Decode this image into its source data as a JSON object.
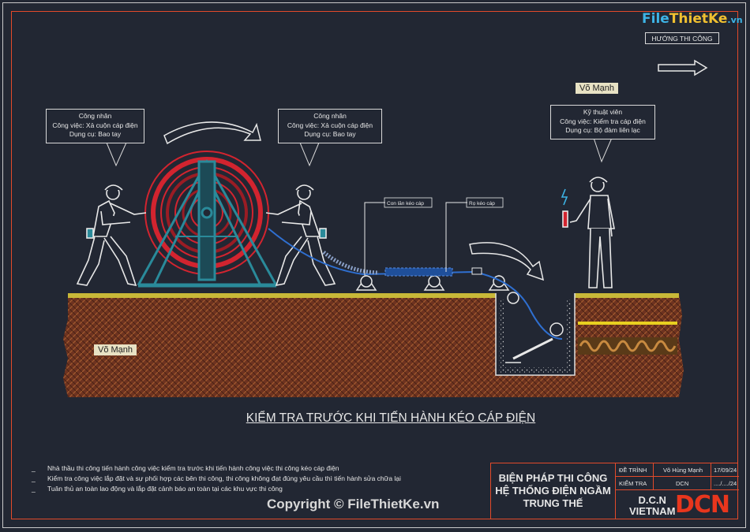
{
  "logo": {
    "text_main": "File",
    "text_rest": "ThietKe",
    "text_domain": ".vn"
  },
  "direction_label": "HƯỚNG THI CÔNG",
  "callouts": [
    {
      "line1": "Công nhân",
      "line2": "Công việc: Xả cuộn cáp điện",
      "line3": "Dụng cụ: Bao tay"
    },
    {
      "line1": "Công nhân",
      "line2": "Công việc: Xả cuộn cáp điện",
      "line3": "Dụng cụ: Bao tay"
    },
    {
      "line1": "Kỹ thuật viên",
      "line2": "Công việc: Kiểm tra cáp điện",
      "line3": "Dụng cụ: Bộ đàm liên lạc"
    }
  ],
  "name_tags": [
    "Võ Mạnh",
    "Võ Mạnh"
  ],
  "labels": {
    "roller": "Con lăn kéo cáp",
    "sock": "Rọ kéo cáp"
  },
  "main_title": "KIỂM TRA TRƯỚC KHI TIẾN HÀNH KÉO CÁP ĐIỆN",
  "notes": [
    "Nhà thầu thi công tiến hành công việc kiểm tra trước khi tiến hành công việc thi công kéo cáp điện",
    "Kiểm tra công việc lắp đặt và sự phối hợp các bên thi công, thi công không đạt đúng yêu cầu thì tiến hành sửa chữa lại",
    "Tuân thủ an toàn lao động và lắp đặt cảnh báo an toàn tại các khu vực thi công"
  ],
  "note_bullet": "_",
  "copyright": "Copyright © FileThietKe.vn",
  "title_block": {
    "main1": "BIỆN PHÁP THI CÔNG",
    "main2": "HỆ THỐNG ĐIỆN NGẦM",
    "main3": "TRUNG THẾ",
    "r1_label": "ĐỀ TRÌNH",
    "r1_name": "Võ Hùng Mạnh",
    "r1_date": "17/09/24",
    "r2_label": "KIỂM TRA",
    "r2_name": "DCN",
    "r2_date": "..../..../24",
    "company1": "D.C.N",
    "company2": "VIETNAM",
    "company_logo": "DCN"
  },
  "colors": {
    "background": "#222733",
    "frame": "#e24a2a",
    "soil": "#7a3a1f",
    "ground_line": "#d8c830",
    "cable": "#2f6fd0",
    "reel": "#d2242f"
  }
}
